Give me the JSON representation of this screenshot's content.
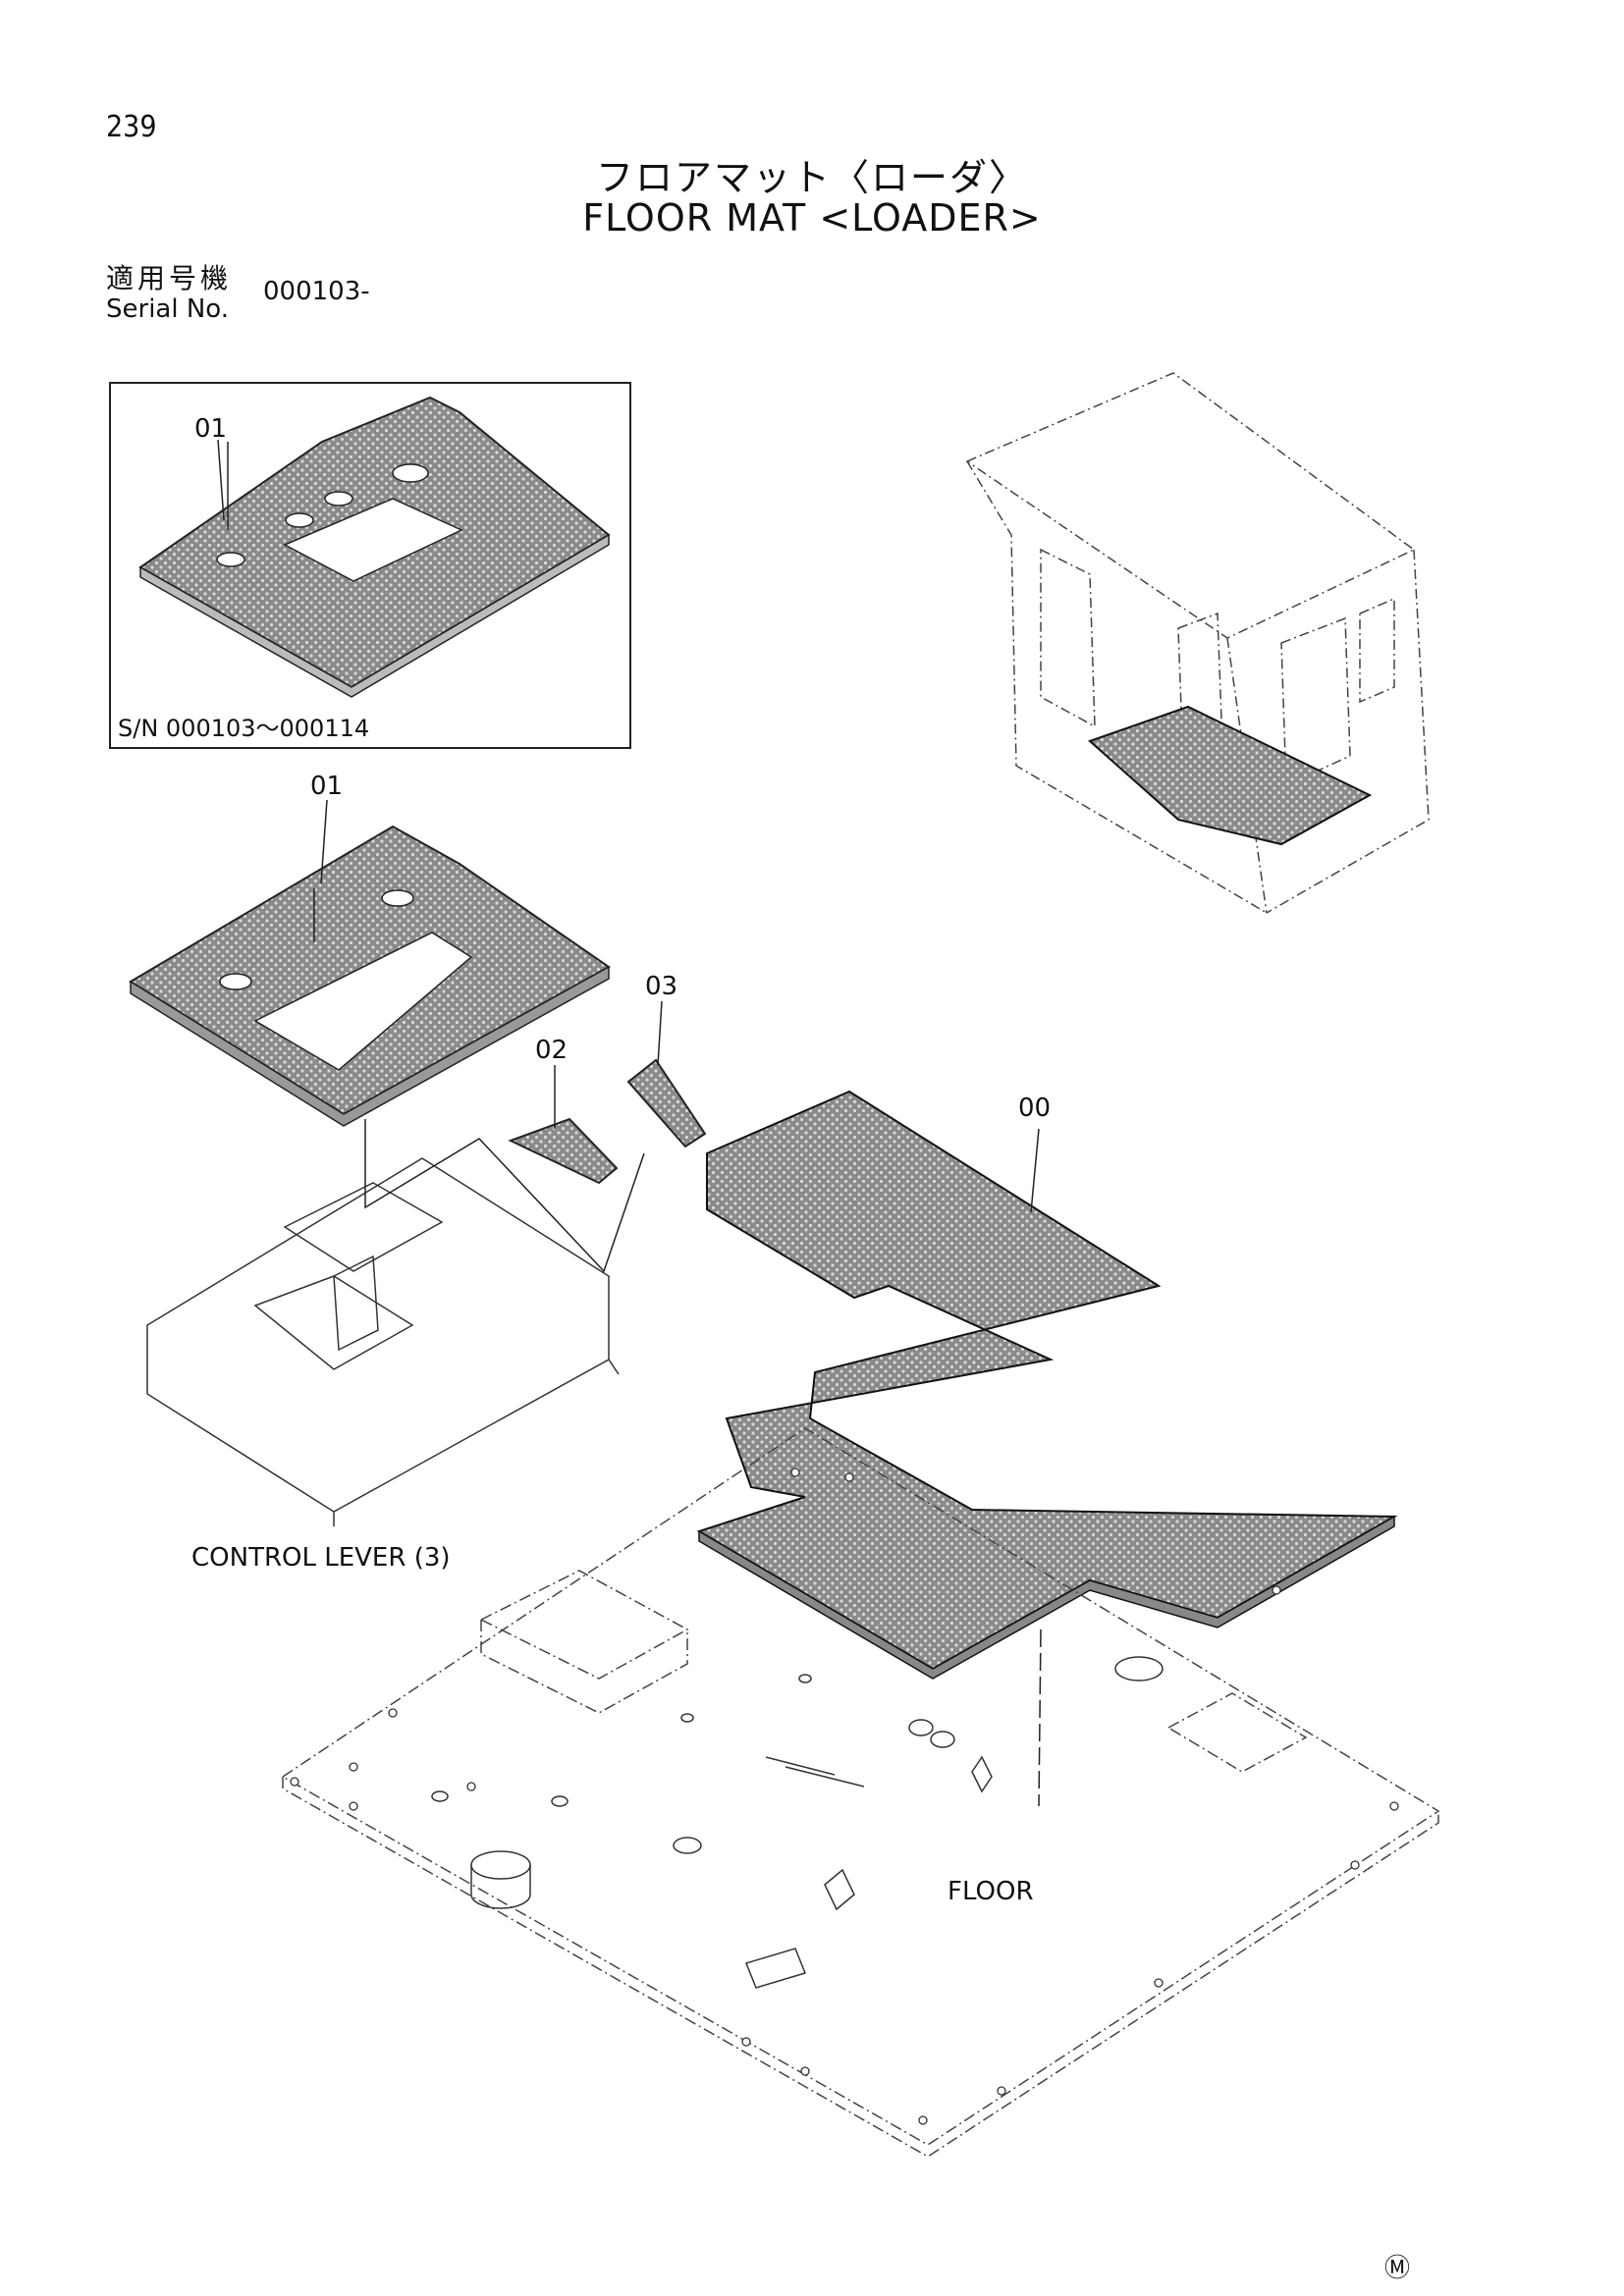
{
  "page_number": "239",
  "title_jp": "フロアマット〈ローダ〉",
  "title_en": "FLOOR MAT <LOADER>",
  "serial": {
    "label_jp": "適用号機",
    "label_en": "Serial No.",
    "value": "000103-"
  },
  "inset_label": "S/N  000103～000114",
  "callouts": {
    "inset_mat": "01",
    "mat": "01",
    "cover_02": "02",
    "cover_03": "03",
    "floor_mat": "00"
  },
  "labels": {
    "control_lever": "CONTROL LEVER (3)",
    "floor": "FLOOR"
  },
  "footer_mark": "Ⓜ"
}
